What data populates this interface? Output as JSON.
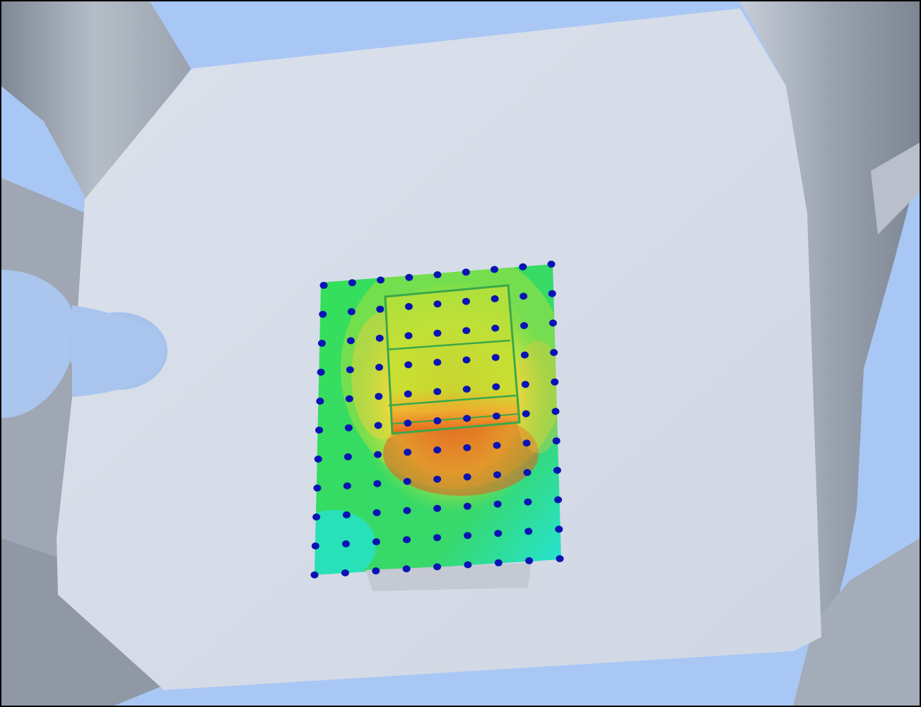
{
  "scene": {
    "subject": "3d-cad-model-with-contour-plot",
    "colors": {
      "background": "#a9c7f5",
      "part_face": "#d3d9e6",
      "part_side": "#aeb6c2",
      "part_shadow": "#8e97a3",
      "hole": "#a8c4ec",
      "probe_points": "#0a14b4",
      "mesh_lines": "#3aa84a",
      "contour_low": "#20e0e8",
      "contour_mid": "#3cd84c",
      "contour_warm": "#f5e43a",
      "contour_high": "#e8501a"
    },
    "probe_grid": {
      "columns": 9,
      "rows": 11
    }
  }
}
